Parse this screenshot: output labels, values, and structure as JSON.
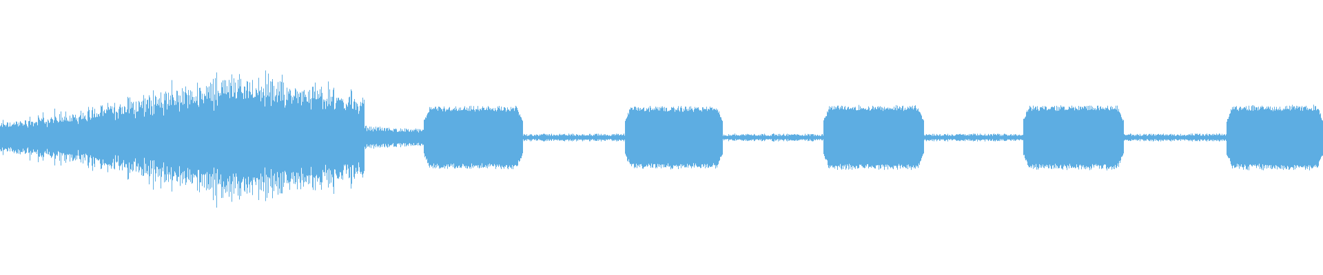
{
  "waveform": {
    "color": "#5DADE2",
    "background": "#ffffff",
    "segments": [
      {
        "kind": "swell",
        "start": 0.0,
        "end": 0.275,
        "peak": 0.88,
        "peak_at": 0.17
      },
      {
        "kind": "tail",
        "start": 0.275,
        "end": 0.32,
        "level": 0.12
      },
      {
        "kind": "tone",
        "start": 0.32,
        "end": 0.395,
        "level": 0.31
      },
      {
        "kind": "gap",
        "start": 0.395,
        "end": 0.472,
        "level": 0.04
      },
      {
        "kind": "tone",
        "start": 0.472,
        "end": 0.546,
        "level": 0.31
      },
      {
        "kind": "gap",
        "start": 0.546,
        "end": 0.622,
        "level": 0.04
      },
      {
        "kind": "tone",
        "start": 0.622,
        "end": 0.698,
        "level": 0.32
      },
      {
        "kind": "gap",
        "start": 0.698,
        "end": 0.773,
        "level": 0.04
      },
      {
        "kind": "tone",
        "start": 0.773,
        "end": 0.849,
        "level": 0.32
      },
      {
        "kind": "gap",
        "start": 0.849,
        "end": 0.927,
        "level": 0.04
      },
      {
        "kind": "tone",
        "start": 0.927,
        "end": 1.0,
        "level": 0.32
      }
    ]
  }
}
